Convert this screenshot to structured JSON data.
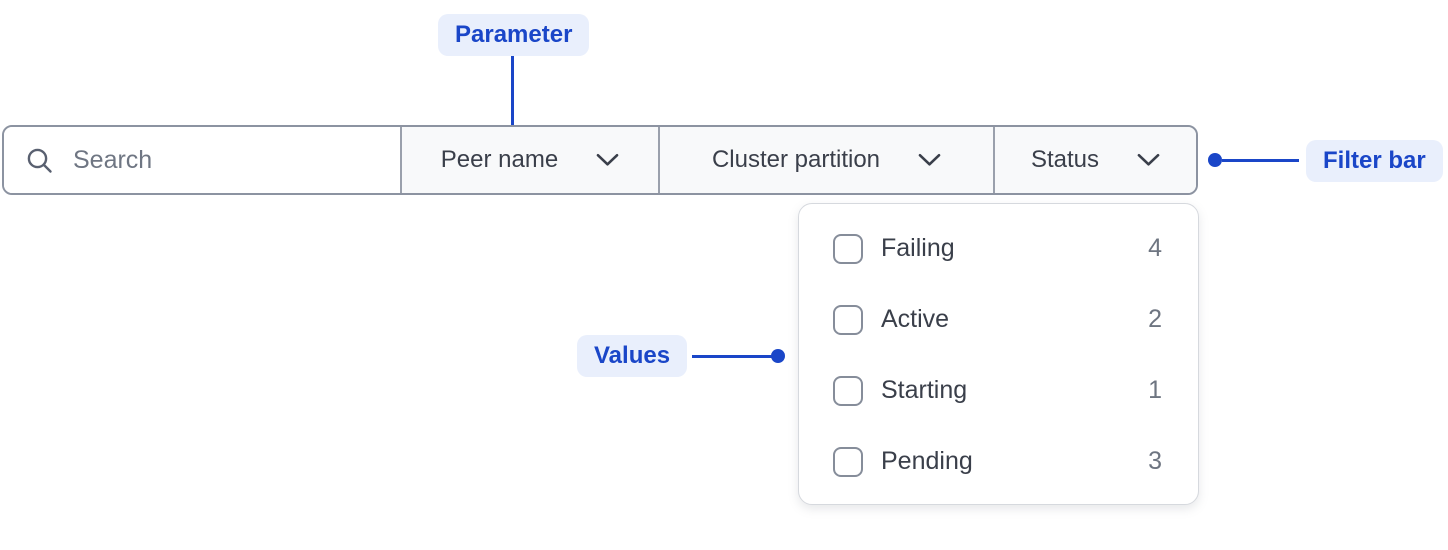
{
  "annotations": {
    "parameter_label": "Parameter",
    "filter_bar_label": "Filter bar",
    "values_label": "Values"
  },
  "colors": {
    "accent_blue": "#1A46C8",
    "badge_background": "#E9EFFC",
    "bar_border": "#8C93A1",
    "section_background": "#F8F9FA",
    "text_dark": "#3A3F4A",
    "text_gray": "#6E7581"
  },
  "filter_bar": {
    "search": {
      "placeholder": "Search"
    },
    "dropdowns": [
      {
        "label": "Peer name"
      },
      {
        "label": "Cluster partition"
      },
      {
        "label": "Status"
      }
    ]
  },
  "status_dropdown": {
    "options": [
      {
        "label": "Failing",
        "count": "4",
        "checked": false
      },
      {
        "label": "Active",
        "count": "2",
        "checked": false
      },
      {
        "label": "Starting",
        "count": "1",
        "checked": false
      },
      {
        "label": "Pending",
        "count": "3",
        "checked": false
      }
    ]
  }
}
